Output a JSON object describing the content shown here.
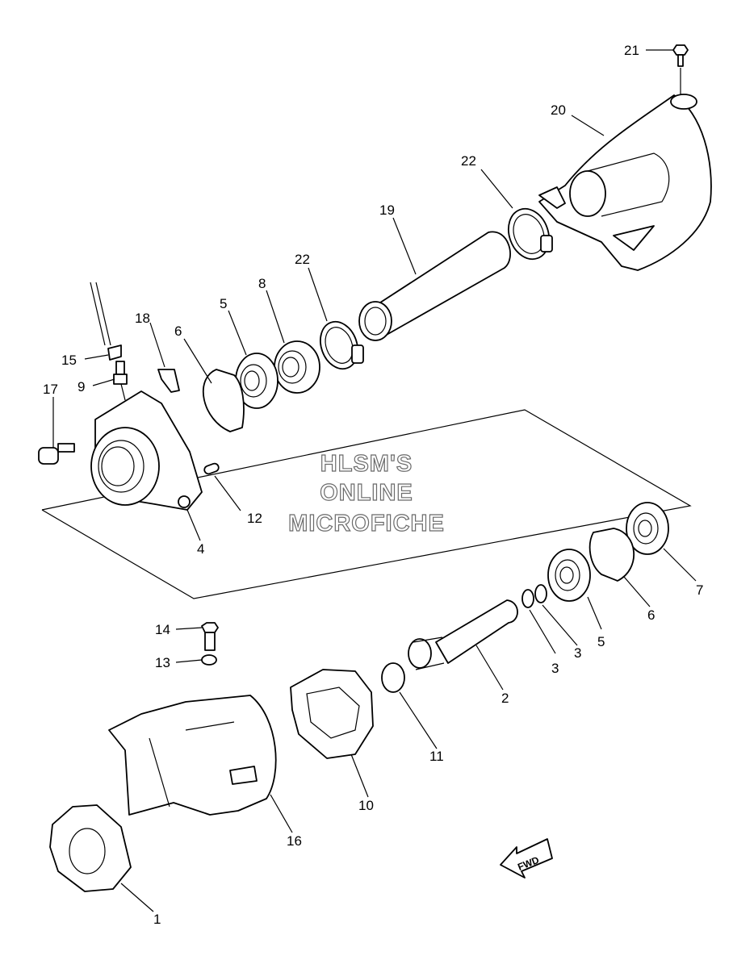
{
  "watermark": {
    "line1": "HLSM'S",
    "line2": "ONLINE",
    "line3": "MICROFICHE"
  },
  "direction_badge": "FWD",
  "callouts": {
    "c21": "21",
    "c20": "20",
    "c22a": "22",
    "c19": "19",
    "c22b": "22",
    "c8": "8",
    "c5a": "5",
    "c18": "18",
    "c6a": "6",
    "c15": "15",
    "c9": "9",
    "c17": "17",
    "c12": "12",
    "c4": "4",
    "c7": "7",
    "c6b": "6",
    "c5b": "5",
    "c3a": "3",
    "c3b": "3",
    "c2": "2",
    "c14": "14",
    "c13": "13",
    "c11": "11",
    "c10": "10",
    "c16": "16",
    "c1": "1"
  }
}
